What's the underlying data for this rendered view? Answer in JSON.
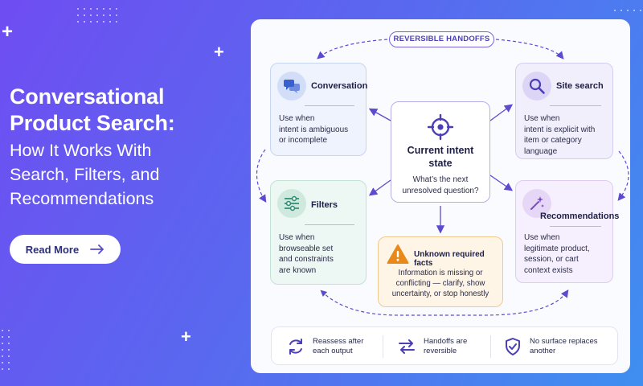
{
  "hero": {
    "title_line1": "Conversational",
    "title_line2": "Product Search:",
    "subtitle_line1": "How It Works With",
    "subtitle_line2": "Search, Filters, and",
    "subtitle_line3": "Recommendations",
    "button_label": "Read More"
  },
  "diagram": {
    "top_label": "REVERSIBLE HANDOFFS",
    "center": {
      "title_line1": "Current intent",
      "title_line2": "state",
      "text_line1": "What’s the next",
      "text_line2": "unresolved question?"
    },
    "conversation": {
      "title": "Conversation",
      "lines": [
        "Use when",
        "intent is ambiguous",
        "or incomplete"
      ]
    },
    "site_search": {
      "title": "Site search",
      "lines": [
        "Use when",
        "intent is explicit with",
        "item or category",
        "language"
      ]
    },
    "filters": {
      "title": "Filters",
      "lines": [
        "Use when",
        "browseable set",
        "and constraints",
        "are known"
      ]
    },
    "recommendations": {
      "title": "Recommendations",
      "lines": [
        "Use when",
        "legitimate product,",
        "session, or cart",
        "context exists"
      ]
    },
    "unknown": {
      "title": "Unknown required facts",
      "lines": [
        "Information is missing or",
        "conflicting — clarify, show",
        "uncertainty, or stop honestly"
      ]
    }
  },
  "footer": {
    "items": [
      {
        "icon": "refresh-icon",
        "line1": "Reassess after",
        "line2": "each output"
      },
      {
        "icon": "swap-arrows-icon",
        "line1": "Handoffs are",
        "line2": "reversible"
      },
      {
        "icon": "shield-check-icon",
        "line1": "No surface replaces",
        "line2": "another"
      }
    ]
  },
  "colors": {
    "accent": "#5a4bd1",
    "warning": "#e8891c",
    "background_start": "#6f4df2",
    "background_end": "#3f8ff0"
  }
}
